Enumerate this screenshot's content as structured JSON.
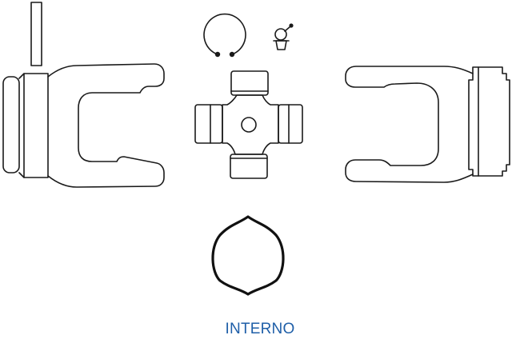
{
  "caption": {
    "text": "INTERNO",
    "color": "#1f5fa8"
  },
  "colors": {
    "stroke": "#1a1a1a",
    "background": "#ffffff"
  },
  "parts": [
    "key-bar",
    "snap-ring",
    "grease-nipple",
    "left-yoke",
    "cross-spider",
    "right-yoke",
    "internal-bore-profile"
  ]
}
